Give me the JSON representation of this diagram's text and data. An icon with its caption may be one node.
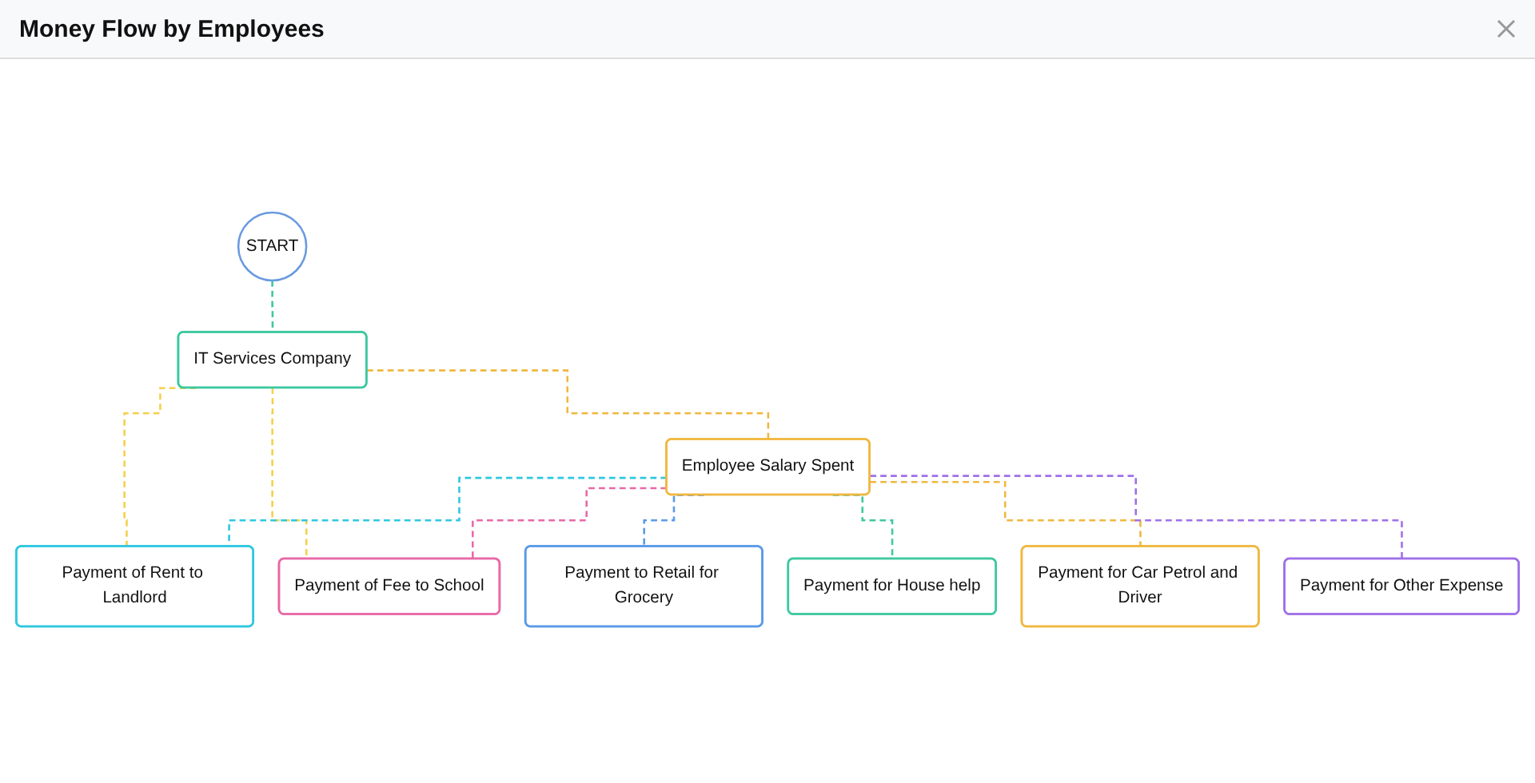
{
  "diagram": {
    "title": "Money Flow by Employees",
    "nodes": [
      {
        "text": [
          "START"
        ]
      },
      {
        "text": [
          "IT Services Company"
        ]
      },
      {
        "text": [
          "Employee Salary Spent"
        ]
      },
      {
        "text": [
          "Payment of Rent to Landlord"
        ]
      },
      {
        "text": [
          "Payment of Fee to School"
        ]
      },
      {
        "text": [
          "Payment to Retail for Grocery"
        ]
      },
      {
        "text": [
          "Payment for House help"
        ]
      },
      {
        "text": [
          "Payment for Car Petrol and Driver"
        ]
      },
      {
        "text": [
          "Payment for Other Expense"
        ]
      }
    ],
    "edges": [
      {
        "from": 0,
        "to": 1,
        "arrow": "none",
        "style": "dashed",
        "color": "#3cc8a0"
      },
      {
        "from": 1,
        "to": 2,
        "arrow": "none",
        "style": "dashed",
        "color": "#f0b840"
      },
      {
        "from": 1,
        "to": 3,
        "arrow": "none",
        "style": "dashed",
        "color": "#f5d04a"
      },
      {
        "from": 1,
        "to": 4,
        "arrow": "none",
        "style": "dashed",
        "color": "#f5d04a"
      },
      {
        "from": 2,
        "to": 3,
        "arrow": "none",
        "style": "dashed",
        "color": "#2ec8e0"
      },
      {
        "from": 2,
        "to": 4,
        "arrow": "none",
        "style": "dashed",
        "color": "#e868a8"
      },
      {
        "from": 2,
        "to": 5,
        "arrow": "none",
        "style": "dashed",
        "color": "#5a9ae8"
      },
      {
        "from": 2,
        "to": 6,
        "arrow": "none",
        "style": "dashed",
        "color": "#40c8a0"
      },
      {
        "from": 2,
        "to": 7,
        "arrow": "none",
        "style": "dashed",
        "color": "#f0b840"
      },
      {
        "from": 2,
        "to": 8,
        "arrow": "none",
        "style": "dashed",
        "color": "#a070e8"
      }
    ]
  }
}
